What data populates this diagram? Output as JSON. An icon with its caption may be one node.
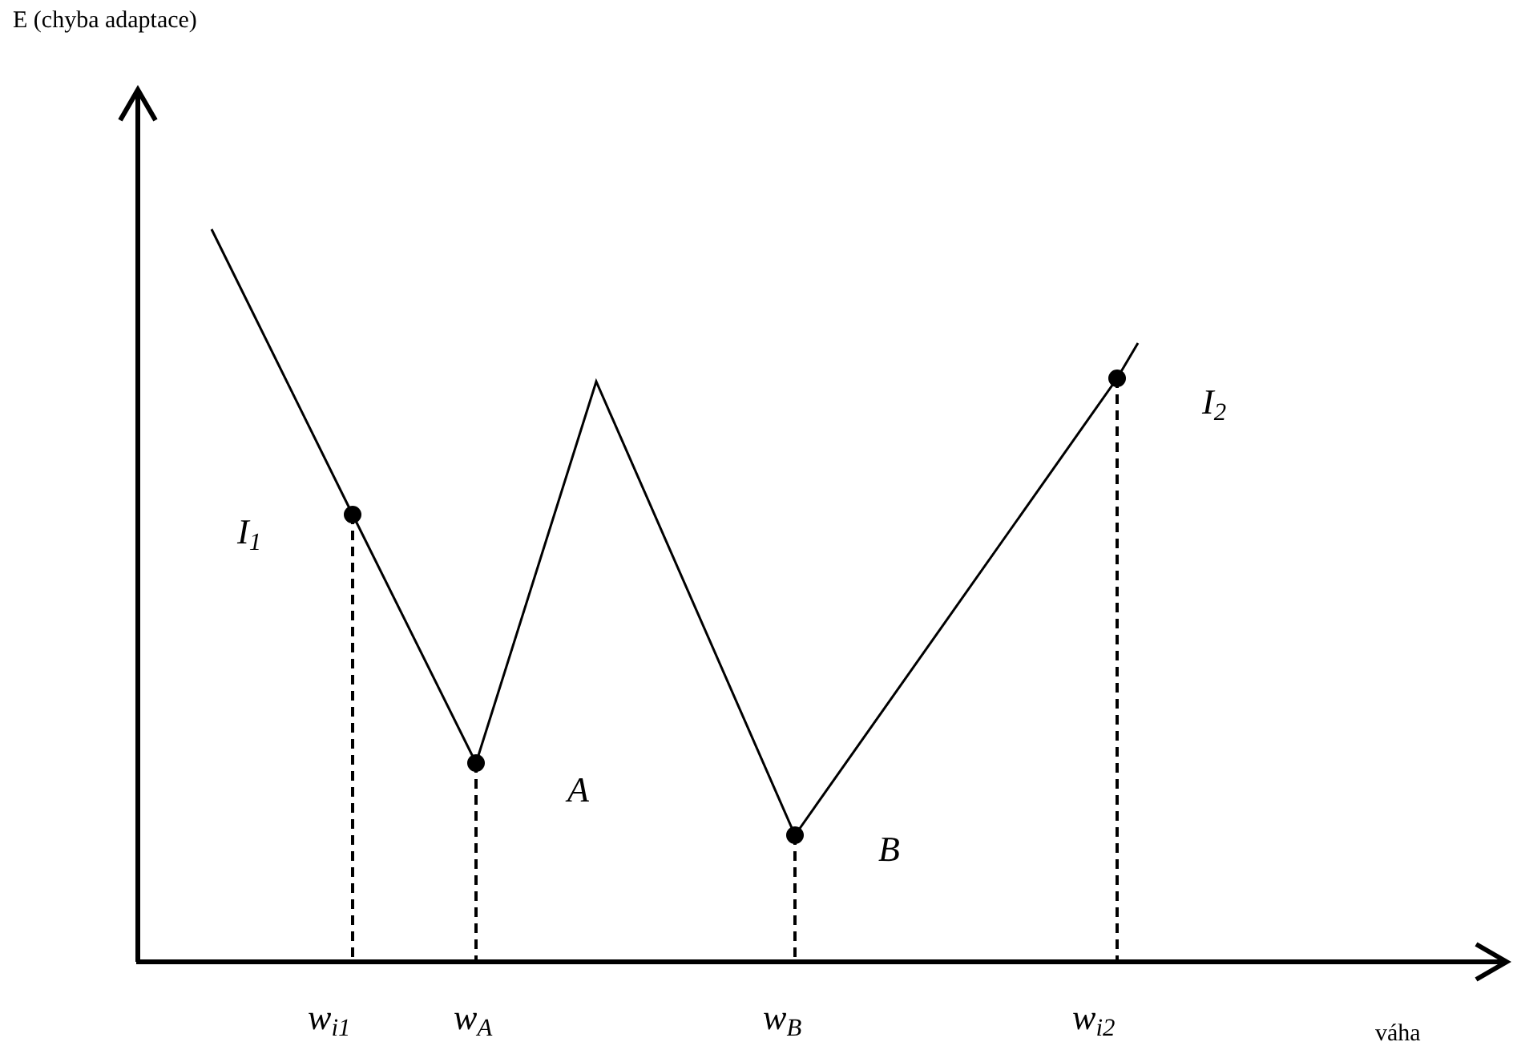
{
  "diagram": {
    "labels": [
      "E (chyba adaptace)",
      "I$_{1}$",
      "I$_{2}$",
      "A",
      "B",
      "w$_{i1}$",
      "w$_{A}$",
      "w$_{B}$",
      "w$_{i2}$",
      "váha"
    ]
  }
}
